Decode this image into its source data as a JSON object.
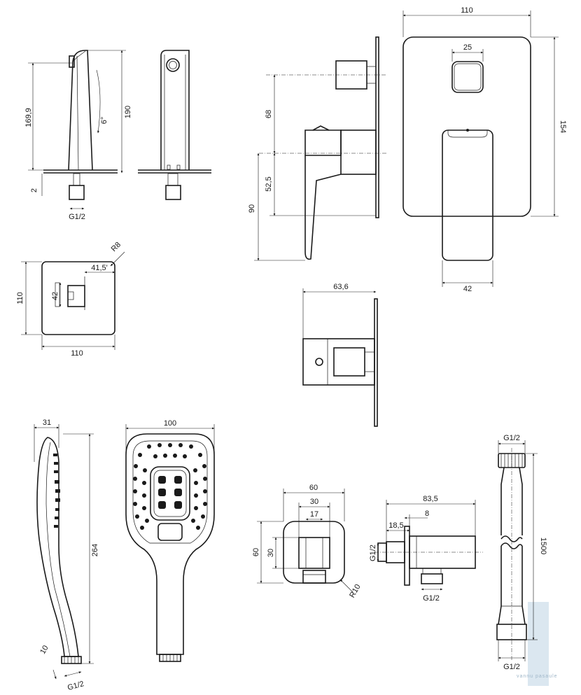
{
  "drawing": {
    "spout": {
      "dims": {
        "height_total": "190",
        "height_inner": "169,9",
        "angle": "6°",
        "base": "2",
        "thread": "G1/2"
      }
    },
    "spout_plate": {
      "dims": {
        "width": "110",
        "height": "110",
        "offset": "41,5'",
        "slot": "42",
        "radius": "R8"
      }
    },
    "mixer_side": {
      "dims": {
        "upper": "68",
        "lower": "52,5",
        "total": "90"
      }
    },
    "mixer_front": {
      "dims": {
        "width": "110",
        "height": "154",
        "button": "25",
        "lever": "42"
      }
    },
    "mixer_top": {
      "dims": {
        "depth": "63,6"
      }
    },
    "hand_shower_side": {
      "dims": {
        "depth": "31",
        "length": "264",
        "tip": "10",
        "thread": "G1/2"
      }
    },
    "hand_shower_front": {
      "dims": {
        "width": "100"
      }
    },
    "wall_outlet_front": {
      "dims": {
        "width": "60",
        "inner": "30",
        "port": "17",
        "height": "60",
        "height_inner": "30",
        "radius": "R10"
      }
    },
    "wall_outlet_side": {
      "dims": {
        "length": "83,5",
        "a": "8",
        "b": "18,5",
        "thread_left": "G1/2",
        "thread_bottom": "G1/2"
      }
    },
    "hose": {
      "dims": {
        "thread_top": "G1/2",
        "length": "1500",
        "thread_bottom": "G1/2"
      }
    }
  },
  "watermark": "vannu pasaule",
  "colors": {
    "line": "#1a1a1a",
    "watermark": "#9fb6c8"
  }
}
